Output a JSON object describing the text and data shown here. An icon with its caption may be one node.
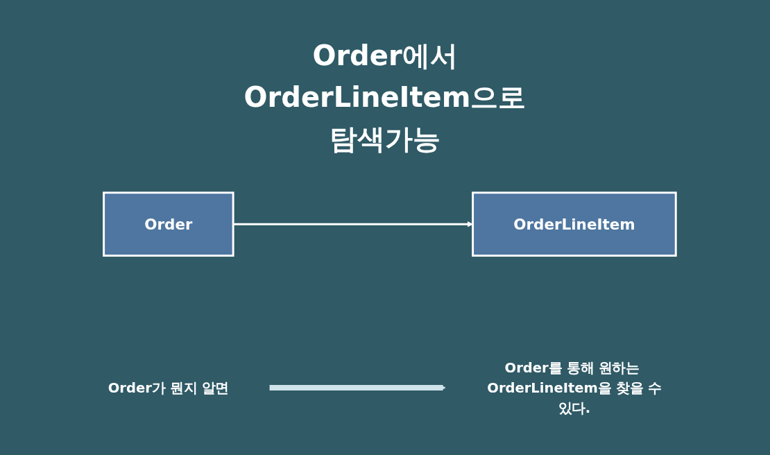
{
  "diagram": {
    "title": "Order에서 OrderLineItem으로 탐색가능",
    "nodes": [
      {
        "text": [
          "Order"
        ]
      },
      {
        "text": [
          "OrderLineItem"
        ]
      },
      {
        "text": [
          "Order가 뭔지 알면"
        ]
      },
      {
        "text": [
          "Order를 통해 원하는 OrderLineItem을 찾을 수있다."
        ]
      }
    ],
    "edges": [
      {
        "from": 0,
        "to": 1,
        "arrow": "to"
      },
      {
        "from": 2,
        "to": 3,
        "arrow": "to",
        "style": "thick"
      }
    ]
  }
}
